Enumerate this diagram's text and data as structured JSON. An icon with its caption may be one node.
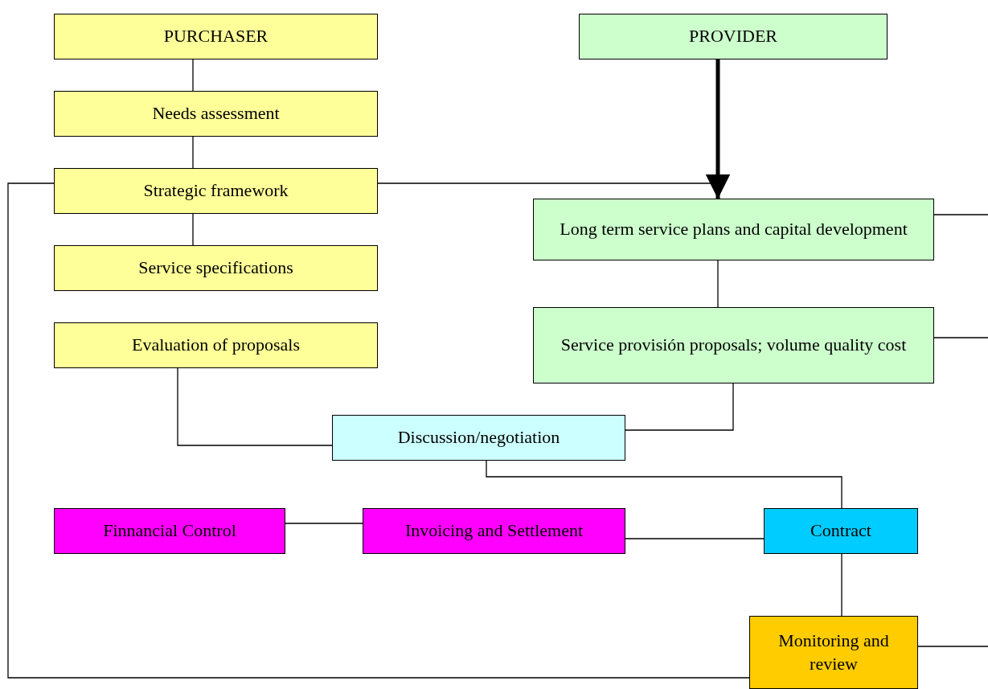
{
  "diagram": {
    "nodes": [
      {
        "text": [
          "PURCHASER"
        ]
      },
      {
        "text": [
          "Needs assessment"
        ]
      },
      {
        "text": [
          "Strategic framework"
        ]
      },
      {
        "text": [
          "Service specifications"
        ]
      },
      {
        "text": [
          "Evaluation of proposals"
        ]
      },
      {
        "text": [
          "PROVIDER"
        ]
      },
      {
        "text": [
          "Long term service plans and capital development"
        ]
      },
      {
        "text": [
          "Service provisión proposals; volume quality cost"
        ]
      },
      {
        "text": [
          "Discussion/negotiation"
        ]
      },
      {
        "text": [
          "Finnancial Control"
        ]
      },
      {
        "text": [
          "Invoicing and Settlement"
        ]
      },
      {
        "text": [
          "Contract"
        ]
      },
      {
        "text": [
          "Monitoring and review"
        ]
      }
    ],
    "edges": [
      {
        "from": 0,
        "to": 1,
        "arrow": "none"
      },
      {
        "from": 1,
        "to": 2,
        "arrow": "none"
      },
      {
        "from": 2,
        "to": 3,
        "arrow": "none"
      },
      {
        "from": 5,
        "to": 6,
        "arrow": "to",
        "style": "thick"
      },
      {
        "from": 2,
        "to": 6,
        "arrow": "to"
      },
      {
        "from": 6,
        "to": 7,
        "arrow": "none"
      },
      {
        "from": 7,
        "to": 8,
        "arrow": "none"
      },
      {
        "from": 4,
        "to": 8,
        "arrow": "none"
      },
      {
        "from": 8,
        "to": 11,
        "arrow": "none"
      },
      {
        "from": 9,
        "to": 10,
        "arrow": "none"
      },
      {
        "from": 10,
        "to": 11,
        "arrow": "none"
      },
      {
        "from": 11,
        "to": 12,
        "arrow": "none"
      },
      {
        "from": 12,
        "to": 2,
        "arrow": "none"
      },
      {
        "from": 6,
        "to": null,
        "arrow": "none"
      },
      {
        "from": 7,
        "to": null,
        "arrow": "none"
      },
      {
        "from": 12,
        "to": null,
        "arrow": "none"
      }
    ]
  }
}
